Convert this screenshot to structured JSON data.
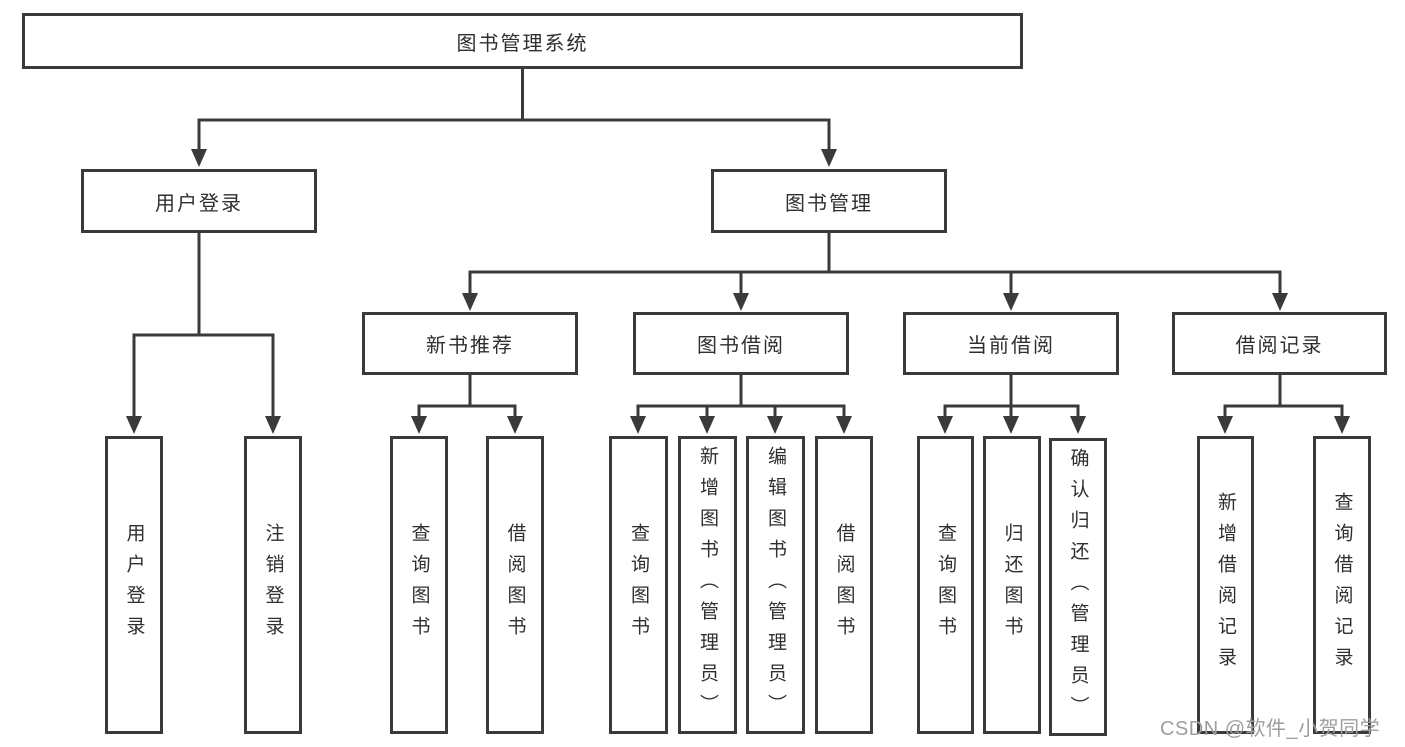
{
  "diagram_title": "图书管理系统",
  "tree": {
    "root": "图书管理系统",
    "children": [
      {
        "label": "用户登录",
        "children": [
          {
            "label": "用户登录"
          },
          {
            "label": "注销登录"
          }
        ]
      },
      {
        "label": "图书管理",
        "children": [
          {
            "label": "新书推荐",
            "children": [
              {
                "label": "查询图书"
              },
              {
                "label": "借阅图书"
              }
            ]
          },
          {
            "label": "图书借阅",
            "children": [
              {
                "label": "查询图书"
              },
              {
                "label": "新增图书（管理员）"
              },
              {
                "label": "编辑图书（管理员）"
              },
              {
                "label": "借阅图书"
              }
            ]
          },
          {
            "label": "当前借阅",
            "children": [
              {
                "label": "查询图书"
              },
              {
                "label": "归还图书"
              },
              {
                "label": "确认归还（管理员）"
              }
            ]
          },
          {
            "label": "借阅记录",
            "children": [
              {
                "label": "新增借阅记录"
              },
              {
                "label": "查询借阅记录"
              }
            ]
          }
        ]
      }
    ]
  },
  "watermark": "CSDN @软件_小贺同学",
  "colors": {
    "line": "#3a3a3a",
    "box_border": "#3a3a3a",
    "text": "#2f2f2f",
    "background": "#ffffff",
    "watermark": "#9e9e9e"
  }
}
